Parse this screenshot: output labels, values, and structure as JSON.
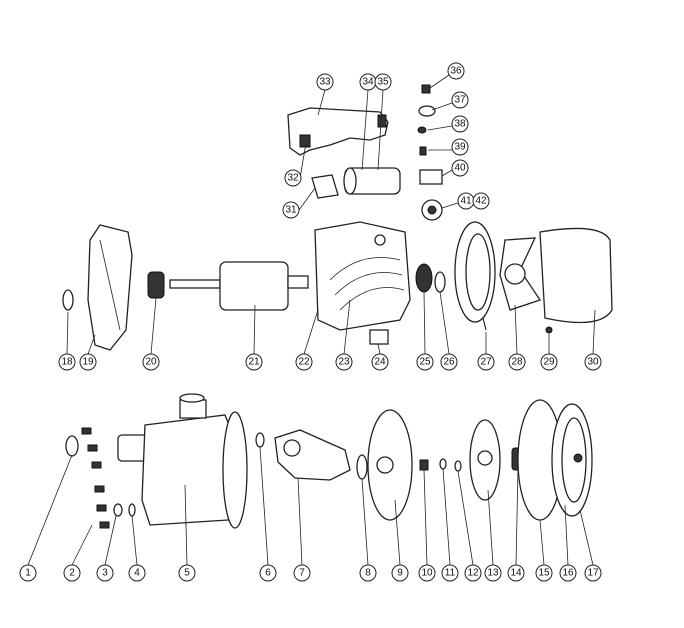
{
  "diagram": {
    "type": "exploded-parts-view",
    "callouts": [
      {
        "id": "1",
        "label": "1"
      },
      {
        "id": "2",
        "label": "2"
      },
      {
        "id": "3",
        "label": "3"
      },
      {
        "id": "4",
        "label": "4"
      },
      {
        "id": "5",
        "label": "5"
      },
      {
        "id": "6",
        "label": "6"
      },
      {
        "id": "7",
        "label": "7"
      },
      {
        "id": "8",
        "label": "8"
      },
      {
        "id": "9",
        "label": "9"
      },
      {
        "id": "10",
        "label": "10"
      },
      {
        "id": "11",
        "label": "11"
      },
      {
        "id": "12",
        "label": "12"
      },
      {
        "id": "13",
        "label": "13"
      },
      {
        "id": "14",
        "label": "14"
      },
      {
        "id": "15",
        "label": "15"
      },
      {
        "id": "16",
        "label": "16"
      },
      {
        "id": "17",
        "label": "17"
      },
      {
        "id": "18",
        "label": "18"
      },
      {
        "id": "19",
        "label": "19"
      },
      {
        "id": "20",
        "label": "20"
      },
      {
        "id": "21",
        "label": "21"
      },
      {
        "id": "22",
        "label": "22"
      },
      {
        "id": "23",
        "label": "23"
      },
      {
        "id": "24",
        "label": "24"
      },
      {
        "id": "25",
        "label": "25"
      },
      {
        "id": "26",
        "label": "26"
      },
      {
        "id": "27",
        "label": "27"
      },
      {
        "id": "28",
        "label": "28"
      },
      {
        "id": "29",
        "label": "29"
      },
      {
        "id": "30",
        "label": "30"
      },
      {
        "id": "31",
        "label": "31"
      },
      {
        "id": "32",
        "label": "32"
      },
      {
        "id": "33",
        "label": "33"
      },
      {
        "id": "34",
        "label": "34"
      },
      {
        "id": "35",
        "label": "35"
      },
      {
        "id": "36",
        "label": "36"
      },
      {
        "id": "37",
        "label": "37"
      },
      {
        "id": "38",
        "label": "38"
      },
      {
        "id": "39",
        "label": "39"
      },
      {
        "id": "40",
        "label": "40"
      },
      {
        "id": "41",
        "label": "41"
      },
      {
        "id": "42",
        "label": "42"
      }
    ]
  }
}
